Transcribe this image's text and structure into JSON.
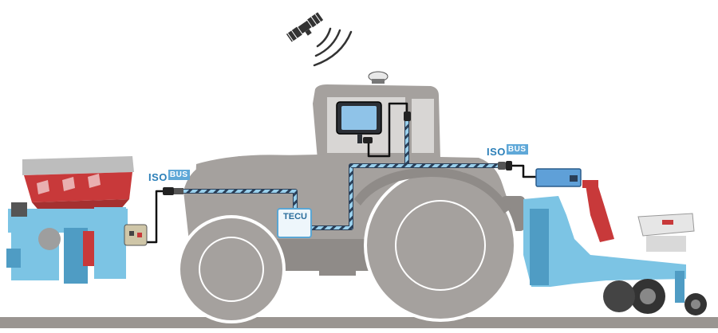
{
  "labels": {
    "isobus_left_iso": "ISO",
    "isobus_left_bus": "BUS",
    "isobus_right_iso": "ISO",
    "isobus_right_bus": "BUS",
    "tecu": "TECU"
  },
  "colors": {
    "tractor": "#a5a19e",
    "tractor_dark": "#8f8b88",
    "ground": "#9a9591",
    "implement_blue": "#7cc4e4",
    "implement_blue_dark": "#4f9cc4",
    "hopper_red": "#c8393a",
    "hopper_grey": "#bdbdbd",
    "cable_light": "#9ad0ec",
    "cable_dark": "#2a3f58",
    "tecu_fill": "#eef6fb",
    "tecu_stroke": "#5aa6d4",
    "screen": "#1f2a3a",
    "satellite": "#333333"
  },
  "icons": {
    "satellite": "satellite-icon",
    "gps_antenna": "gps-antenna-icon",
    "terminal": "terminal-display-icon"
  }
}
